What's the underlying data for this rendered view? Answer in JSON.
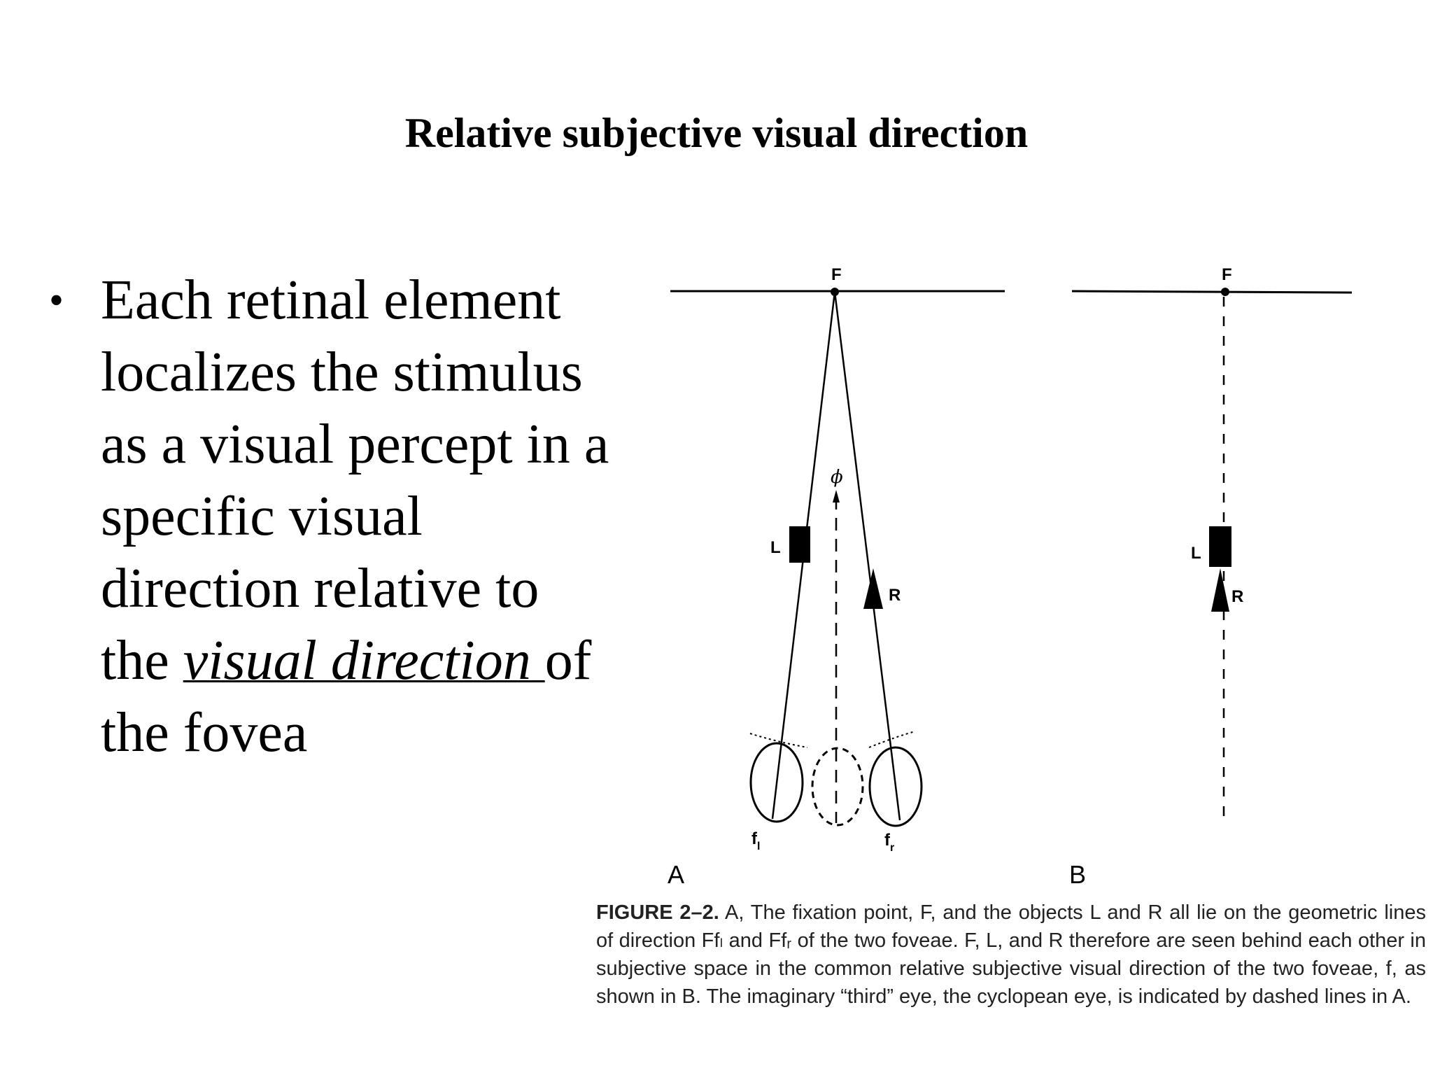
{
  "slide": {
    "title": "Relative subjective visual direction"
  },
  "bullet": {
    "marker": "•",
    "text_before": "Each retinal element localizes the stimulus as a visual percept in a specific visual direction relative to the ",
    "emphasis": "visual direction ",
    "text_after": "of the fovea"
  },
  "figure": {
    "panel_a": {
      "panel_label": "A",
      "fixation_label": "F",
      "object_l_label": "L",
      "object_r_label": "R",
      "cyclopean_label": "ϕ",
      "fovea_left_label": "f",
      "fovea_left_sub": "l",
      "fovea_right_label": "f",
      "fovea_right_sub": "r"
    },
    "panel_b": {
      "panel_label": "B",
      "fixation_label": "F",
      "object_l_label": "L",
      "object_r_label": "R"
    },
    "caption": {
      "label": "FIGURE 2–2.",
      "text": " A, The fixation point, F, and the objects L and R all lie on the geometric lines of direction Ffₗ and Ffᵣ of the two foveae. F, L, and R therefore are seen behind each other in subjective space in the common relative subjective visual direction of the two foveae, f, as shown in B. The imaginary “third” eye, the cyclopean eye, is indicated by dashed lines in A."
    }
  }
}
